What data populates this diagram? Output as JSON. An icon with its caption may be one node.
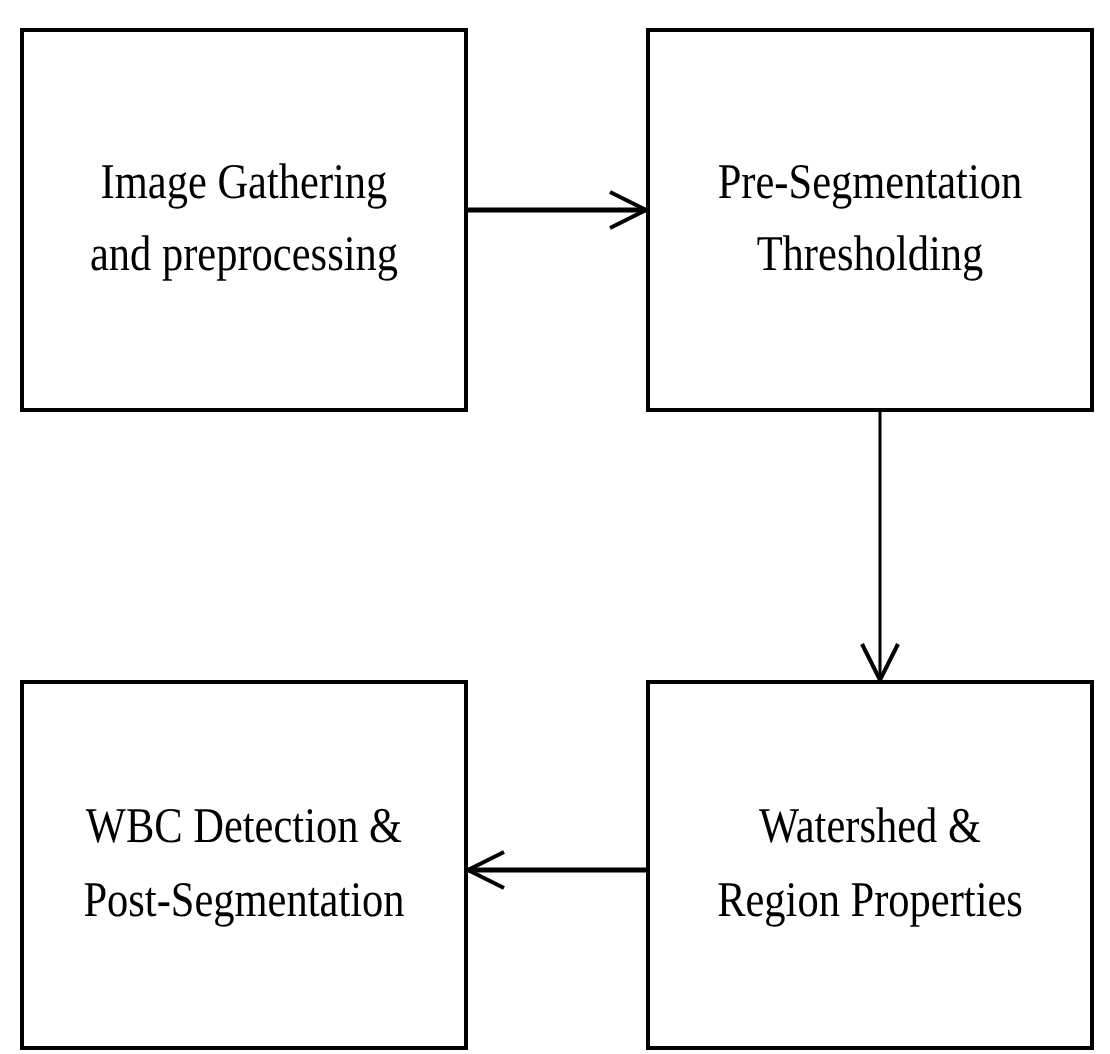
{
  "diagram": {
    "nodes": [
      {
        "text": [
          "Image Gathering and preprocessing"
        ]
      },
      {
        "text": [
          "Pre-Segmentation Thresholding"
        ]
      },
      {
        "text": [
          "WBC Detection & Post-Segmentation"
        ]
      },
      {
        "text": [
          "Watershed & Region Properties"
        ]
      }
    ],
    "edges": [
      {
        "from": 0,
        "to": 1,
        "arrow": "to"
      },
      {
        "from": 1,
        "to": 3,
        "arrow": "to"
      },
      {
        "from": 3,
        "to": 2,
        "arrow": "to"
      }
    ]
  }
}
